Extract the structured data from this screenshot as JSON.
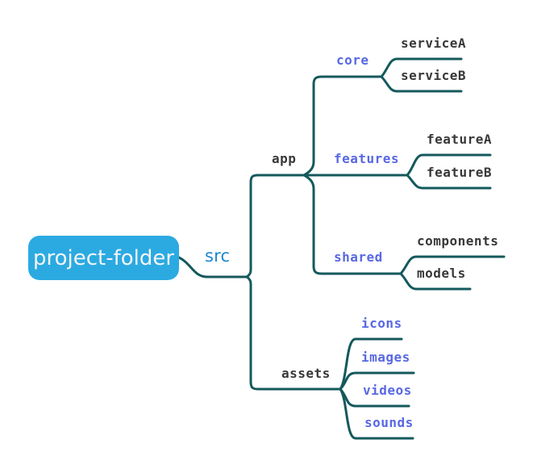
{
  "diagram": {
    "type": "mindmap",
    "description": "project folder structure tree"
  },
  "colors": {
    "root_fill": "#2BAAE2",
    "root_text": "#F5F5F5",
    "level1_text": "#1E88CF",
    "branch_text": "#5868E3",
    "leaf_text": "#383838",
    "link_line": "#14595C",
    "background": "#FFFFFF"
  },
  "nodes": {
    "root": {
      "label": "project-folder",
      "children": [
        "src"
      ]
    },
    "src": {
      "label": "src",
      "children": [
        "app",
        "assets"
      ]
    },
    "app": {
      "label": "app",
      "children": [
        "core",
        "features",
        "shared"
      ]
    },
    "core": {
      "label": "core",
      "children": [
        "serviceA",
        "serviceB"
      ]
    },
    "serviceA": {
      "label": "serviceA",
      "children": []
    },
    "serviceB": {
      "label": "serviceB",
      "children": []
    },
    "features": {
      "label": "features",
      "children": [
        "featureA",
        "featureB"
      ]
    },
    "featureA": {
      "label": "featureA",
      "children": []
    },
    "featureB": {
      "label": "featureB",
      "children": []
    },
    "shared": {
      "label": "shared",
      "children": [
        "components",
        "models"
      ]
    },
    "components": {
      "label": "components",
      "children": []
    },
    "models": {
      "label": "models",
      "children": []
    },
    "assets": {
      "label": "assets",
      "children": [
        "icons",
        "images",
        "videos",
        "sounds"
      ]
    },
    "icons": {
      "label": "icons",
      "children": []
    },
    "images": {
      "label": "images",
      "children": []
    },
    "videos": {
      "label": "videos",
      "children": []
    },
    "sounds": {
      "label": "sounds",
      "children": []
    }
  }
}
